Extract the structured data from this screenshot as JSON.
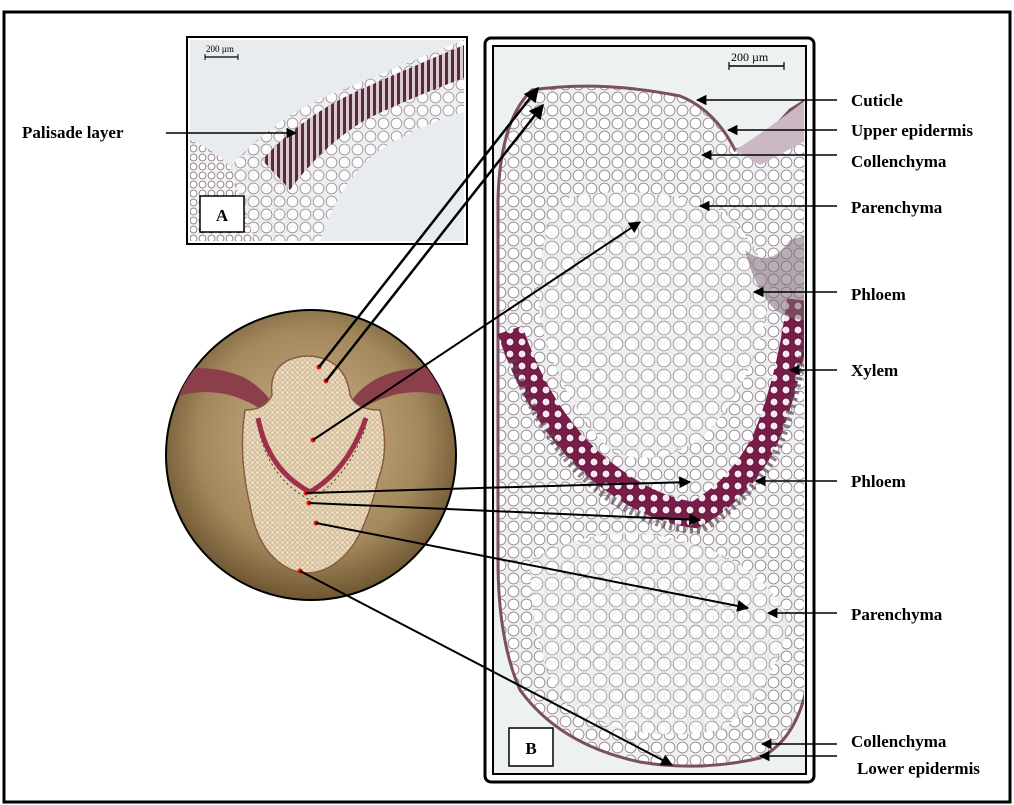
{
  "panels": {
    "a": {
      "letter": "A",
      "scale_bar": "200 µm"
    },
    "b": {
      "letter": "B",
      "scale_bar": "200 µm"
    }
  },
  "labels": {
    "palisade": "Palisade layer",
    "cuticle": "Cuticle",
    "upper_epidermis": "Upper epidermis",
    "collenchyma_top": "Collenchyma",
    "parenchyma_top": "Parenchyma",
    "phloem_top": "Phloem",
    "xylem": "Xylem",
    "phloem_bottom": "Phloem",
    "parenchyma_bottom": "Parenchyma",
    "collenchyma_bottom": "Collenchyma",
    "lower_epidermis": "Lower epidermis"
  },
  "colors": {
    "border": "#000000",
    "tissue_bg": "#f2f4f5",
    "cell_wall": "#8e7a86",
    "xylem_stain": "#7a1d4a",
    "phloem": "#5b4a52",
    "circle_bg": "#a0825a",
    "circle_tissue": "#d7c19d",
    "marker": "#e01515"
  }
}
